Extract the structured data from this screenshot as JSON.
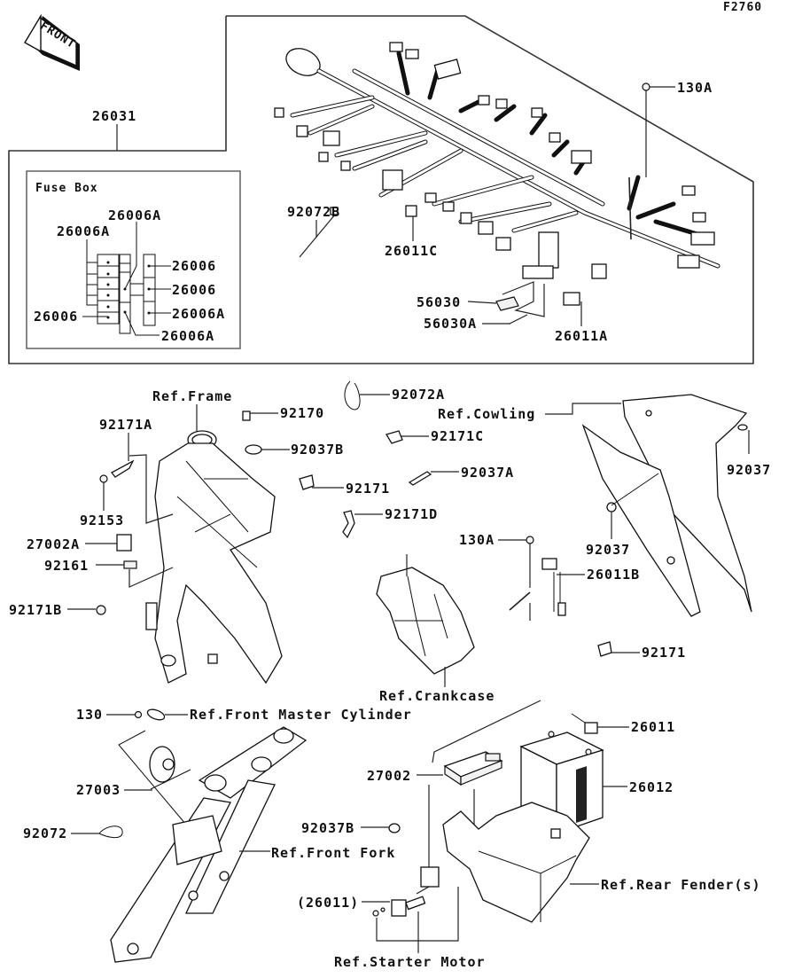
{
  "figure_code": "F2760",
  "front_arrow_label": "FRONT",
  "harness": {
    "main_part": "26031",
    "fuse_box": {
      "title": "Fuse Box",
      "labels": {
        "left_top": "26006A",
        "center_top": "26006A",
        "right_1": "26006",
        "right_2": "26006",
        "right_3": "26006A",
        "left_bottom": "26006",
        "bottom": "26006A"
      }
    },
    "parts": {
      "bolt_top": "130A",
      "tie": "92072B",
      "connector_c": "26011C",
      "fuse_cover": "56030",
      "fuse_puller": "56030A",
      "connector_a": "26011A"
    }
  },
  "middle": {
    "ref_frame": "Ref.Frame",
    "p92171A": "92171A",
    "p92153": "92153",
    "p27002A": "27002A",
    "p92161": "92161",
    "p92171B": "92171B",
    "p92170": "92170",
    "p92037B_top": "92037B",
    "p92171_left": "92171",
    "p92171D": "92171D",
    "p92072A": "92072A",
    "p92171C": "92171C",
    "p92037A": "92037A",
    "ref_cowling": "Ref.Cowling",
    "p92037_right": "92037",
    "p92037_mid": "92037",
    "p130A_mid": "130A",
    "p26011B": "26011B",
    "p92171_right": "92171",
    "ref_crankcase": "Ref.Crankcase"
  },
  "bottom": {
    "p130": "130",
    "ref_front_master_cylinder": "Ref.Front Master Cylinder",
    "p27003": "27003",
    "p92072": "92072",
    "ref_front_fork": "Ref.Front Fork",
    "p27002": "27002",
    "p92037B": "92037B",
    "p26011_paren": "(26011)",
    "ref_starter_motor": "Ref.Starter Motor",
    "p26011": "26011",
    "p26012": "26012",
    "ref_rear_fender": "Ref.Rear Fender(s)"
  }
}
